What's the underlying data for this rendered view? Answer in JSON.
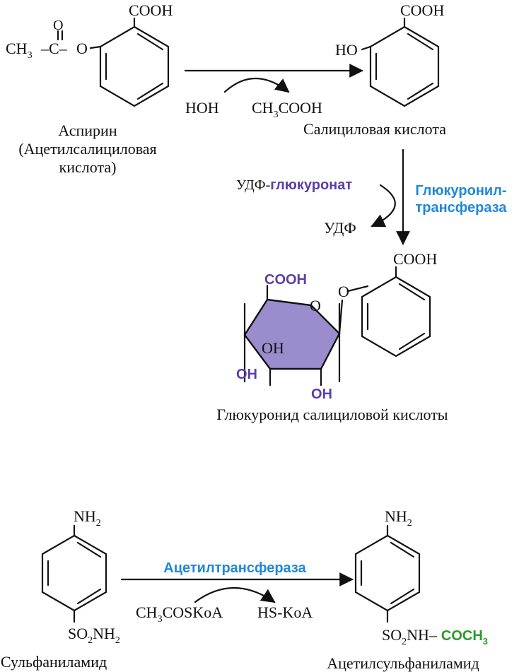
{
  "colors": {
    "enzyme": "#1f88d8",
    "glucuronide": "#5a3fa8",
    "ring_fill": "#9a8ccd",
    "acetyl": "#2a9a2a",
    "ink": "#111111"
  },
  "reaction1": {
    "aspirin": {
      "cooh": "COOH",
      "carbonyl_o": "O",
      "ch3": "CH",
      "ch3_sub": "3",
      "c_dash": "–C–",
      "ester_o": "O",
      "name_line1": "Аспирин",
      "name_line2": "(Ацетилсалициловая",
      "name_line3": "кислота)"
    },
    "reagent_left": "HOH",
    "reagent_right_a": "CH",
    "reagent_right_sub": "3",
    "reagent_right_b": "COOH",
    "salicylic": {
      "cooh": "COOH",
      "ho": "HO",
      "name": "Салициловая кислота"
    }
  },
  "reaction2": {
    "donor_prefix": "УДФ-",
    "donor_colored": "глюкуронат",
    "released": "УДФ",
    "enzyme_line1": "Глюкуронил-",
    "enzyme_line2": "трансфераза",
    "product": {
      "cooh_ring": "COOH",
      "ring_o": "O",
      "bridge_o": "O",
      "oh1": "OH",
      "oh2": "OH",
      "oh3": "OH",
      "cooh_benz": "COOH",
      "name": "Глюкуронид салициловой кислоты"
    }
  },
  "reaction3": {
    "sulfanilamide": {
      "nh2_a": "NH",
      "nh2_sub": "2",
      "so2_a": "SO",
      "so2_sub": "2",
      "so2_b": "NH",
      "so2_sub2": "2",
      "name": "Сульфаниламид"
    },
    "enzyme": "Ацетилтрансфераза",
    "reagent_left_a": "CH",
    "reagent_left_sub": "3",
    "reagent_left_b": "COSKoA",
    "reagent_right": "HS-KoA",
    "product": {
      "nh2_a": "NH",
      "nh2_sub": "2",
      "so2_a": "SO",
      "so2_sub": "2",
      "so2_b": "NH–",
      "acetyl_a": "COCH",
      "acetyl_sub": "3",
      "name": "Ацетилсульфаниламид"
    }
  }
}
